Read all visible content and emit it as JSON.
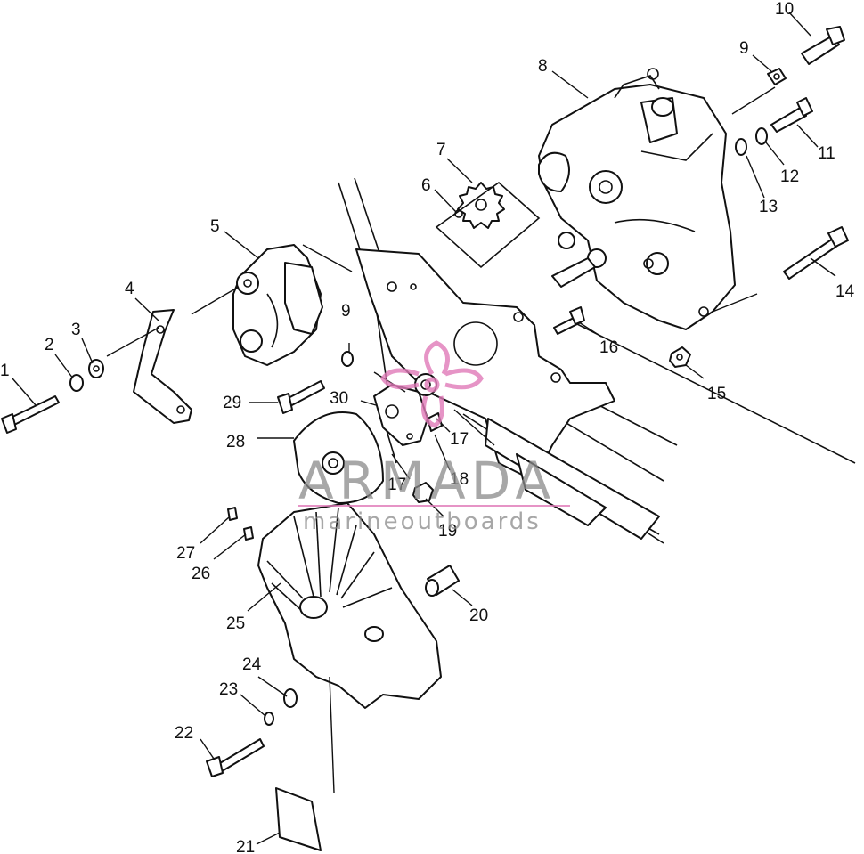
{
  "labels": {
    "p1": "1",
    "p2": "2",
    "p3": "3",
    "p4": "4",
    "p5": "5",
    "p6": "6",
    "p7": "7",
    "p8": "8",
    "p9a": "9",
    "p9b": "9",
    "p10": "10",
    "p11": "11",
    "p12": "12",
    "p13": "13",
    "p14": "14",
    "p15": "15",
    "p16": "16",
    "p17a": "17",
    "p17b": "17",
    "p18": "18",
    "p19": "19",
    "p20": "20",
    "p21": "21",
    "p22": "22",
    "p23": "23",
    "p24": "24",
    "p25": "25",
    "p26": "26",
    "p27": "27",
    "p28": "28",
    "p29": "29",
    "p30": "30"
  },
  "watermark": {
    "title": "ARMADA",
    "subtitle": "marineoutboards"
  },
  "colors": {
    "line": "#111111",
    "watermark_gray": "#8a8a8a",
    "watermark_pink": "#e07ab8"
  }
}
